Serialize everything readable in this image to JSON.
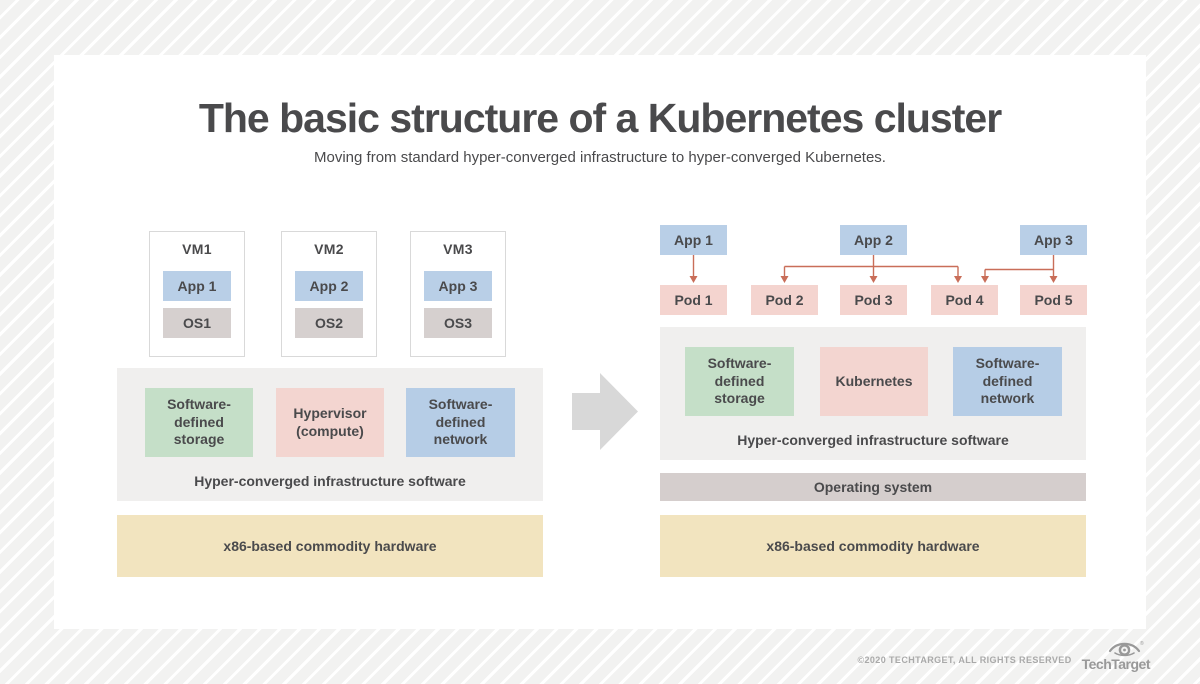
{
  "header": {
    "title": "The basic structure of a Kubernetes cluster",
    "subtitle": "Moving from standard hyper-converged infrastructure to hyper-converged Kubernetes."
  },
  "left_panel": {
    "vms": [
      {
        "name": "VM1",
        "app": "App 1",
        "os": "OS1"
      },
      {
        "name": "VM2",
        "app": "App 2",
        "os": "OS2"
      },
      {
        "name": "VM3",
        "app": "App 3",
        "os": "OS3"
      }
    ],
    "hci": {
      "storage": "Software-\ndefined\nstorage",
      "middle": "Hypervisor\n(compute)",
      "network": "Software-\ndefined\nnetwork",
      "caption": "Hyper-converged infrastructure software"
    },
    "hardware": "x86-based commodity hardware"
  },
  "right_panel": {
    "apps": [
      {
        "label": "App 1"
      },
      {
        "label": "App 2"
      },
      {
        "label": "App 3"
      }
    ],
    "pods": [
      {
        "label": "Pod 1"
      },
      {
        "label": "Pod 2"
      },
      {
        "label": "Pod 3"
      },
      {
        "label": "Pod 4"
      },
      {
        "label": "Pod 5"
      }
    ],
    "hci": {
      "storage": "Software-\ndefined\nstorage",
      "middle": "Kubernetes",
      "network": "Software-\ndefined\nnetwork",
      "caption": "Hyper-converged infrastructure software"
    },
    "os_bar": "Operating system",
    "hardware": "x86-based commodity hardware"
  },
  "footer": {
    "copyright": "©2020 TECHTARGET, ALL RIGHTS RESERVED",
    "brand": "TechTarget"
  },
  "colors": {
    "app-blue": "#b9cfe7",
    "os-gray": "#d6d0cf",
    "pod-pink": "#f4d4cf",
    "green": "#c5dfc8",
    "pink": "#f3d5d0",
    "blue": "#b6cde6",
    "yellow": "#f2e4bf",
    "panel-gray": "#f0efee",
    "osbar-gray": "#d5cecd",
    "big-arrow": "#d8d8d8",
    "connector": "#c96e59",
    "text-dark": "#4a4a4c"
  }
}
